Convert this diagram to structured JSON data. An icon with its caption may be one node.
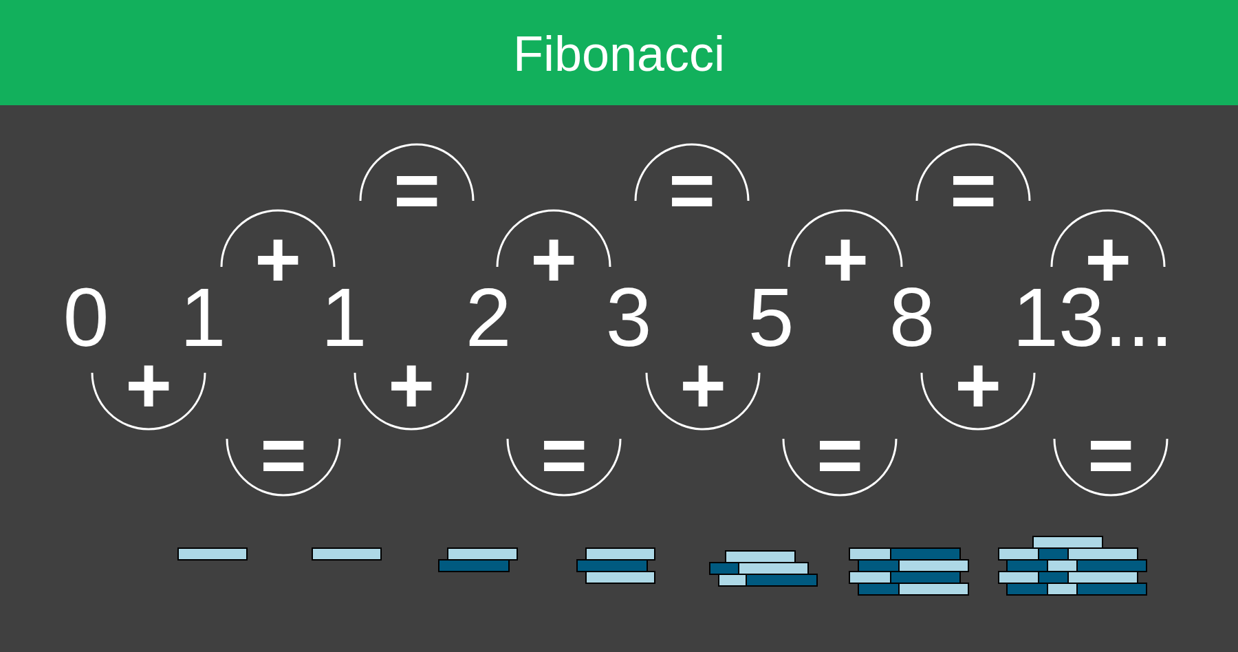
{
  "diagram": {
    "title": "Fibonacci",
    "nodes": [
      {
        "text": [
          "="
        ]
      },
      {
        "text": [
          "="
        ]
      },
      {
        "text": [
          "="
        ]
      },
      {
        "text": [
          "+"
        ]
      },
      {
        "text": [
          "+"
        ]
      },
      {
        "text": [
          "+"
        ]
      },
      {
        "text": [
          "+"
        ]
      },
      {
        "text": [
          "+"
        ]
      },
      {
        "text": [
          "+"
        ]
      },
      {
        "text": [
          "+"
        ]
      },
      {
        "text": [
          "+"
        ]
      },
      {
        "text": [
          "="
        ]
      },
      {
        "text": [
          "="
        ]
      },
      {
        "text": [
          "="
        ]
      },
      {
        "text": [
          "="
        ]
      }
    ],
    "labels": [
      "0",
      "1",
      "1",
      "2",
      "3",
      "5",
      "8",
      "13..."
    ]
  }
}
